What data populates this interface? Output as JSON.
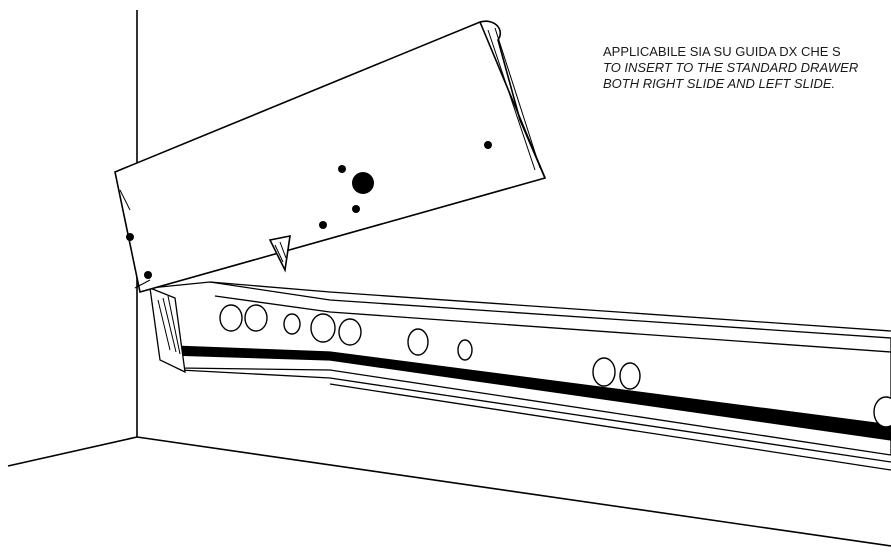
{
  "caption": {
    "line1": "APPLICABILE SIA SU GUIDA DX CHE S",
    "line2": "TO INSERT TO THE STANDARD DRAWER",
    "line3": "BOTH RIGHT SLIDE AND LEFT SLIDE."
  },
  "colors": {
    "line": "#000000",
    "background": "#ffffff"
  }
}
